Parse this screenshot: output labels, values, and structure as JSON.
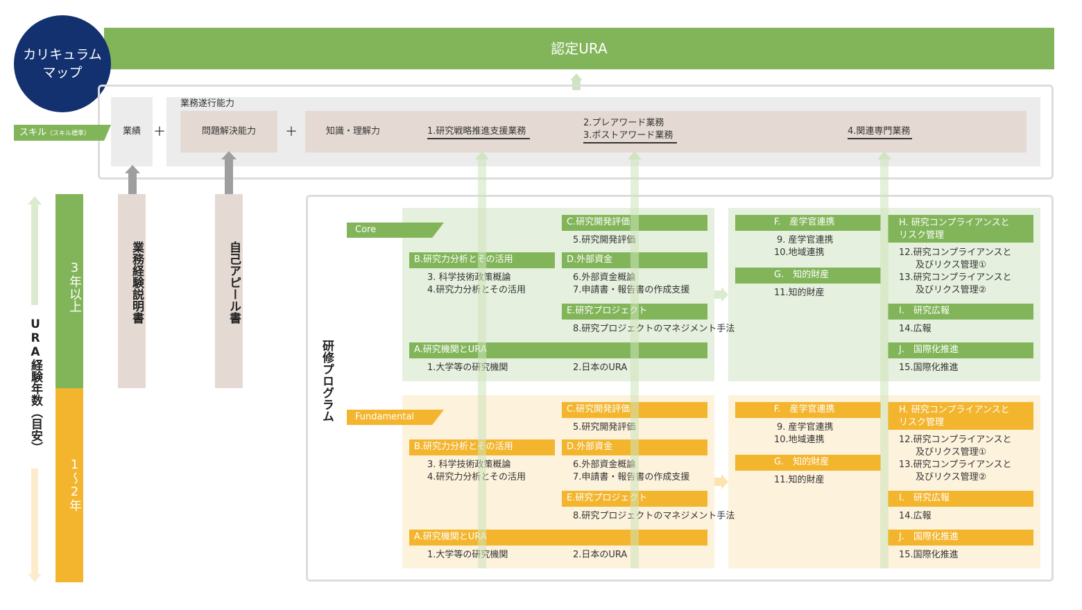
{
  "colors": {
    "green": "#82b55a",
    "orange": "#f3b52e",
    "navy": "#13316f",
    "beige": "#e5dad3",
    "core_bg": "#e6f0de",
    "fund_bg": "#fdf2dc"
  },
  "title": {
    "line1": "カリキュラム",
    "line2": "マップ"
  },
  "banner": "認定URA",
  "skill_tag": {
    "main": "スキル",
    "sub": "（スキル標準）"
  },
  "skills": {
    "achievement": "業績",
    "plus1": "＋",
    "ability_label": "業務遂行能力",
    "problem": "問題解決能力",
    "plus2": "＋",
    "knowledge": "知識・理解力",
    "work1": "1.研究戦略推進支援業務",
    "work2a": "2.プレアワード業務",
    "work2b": "3.ポストアワード業務",
    "work4": "4.関連専門業務"
  },
  "side": {
    "years_label": "URA経験年数（目安）",
    "three_plus": "3年以上",
    "one_two": "1〜2年",
    "doc1": "業務経験説明書",
    "doc2": "自己アピール書",
    "program": "研修プログラム"
  },
  "core": {
    "tag": "Core",
    "B": {
      "h": "B.研究力分析とその活用",
      "i1": "3. 科学技術政策概論",
      "i2": "4.研究力分析とその活用"
    },
    "C": {
      "h": "C.研究開発評価",
      "i1": "5.研究開発評価"
    },
    "D": {
      "h": "D.外部資金",
      "i1": "6.外部資金概論",
      "i2": "7.申請書・報告書の作成支援"
    },
    "E": {
      "h": "E.研究プロジェクト",
      "i1": "8.研究プロジェクトのマネジメント手法"
    },
    "A": {
      "h": "A.研究機関とURA",
      "i1": "1.大学等の研究機関",
      "i2": "2.日本のURA"
    },
    "F": {
      "h": "F.　産学官連携",
      "i1": "9.  産学官連携",
      "i2": "10.地域連携"
    },
    "G": {
      "h": "G.　知的財産",
      "i1": "11.知的財産"
    },
    "H": {
      "h1": "H.  研究コンプライアンスと",
      "h2": "リスク管理",
      "i1a": "12.研究コンプライアンスと",
      "i1b": "及びリクス管理①",
      "i2a": "13.研究コンプライアンスと",
      "i2b": "及びリクス管理②"
    },
    "I": {
      "h": "I.　研究広報",
      "i1": "14.広報"
    },
    "J": {
      "h": "J.　国際化推進",
      "i1": "15.国際化推進"
    }
  },
  "fund": {
    "tag": "Fundamental",
    "B": {
      "h": "B.研究力分析とその活用",
      "i1": "3. 科学技術政策概論",
      "i2": "4.研究力分析とその活用"
    },
    "C": {
      "h": "C.研究開発評価",
      "i1": "5.研究開発評価"
    },
    "D": {
      "h": "D.外部資金",
      "i1": "6.外部資金概論",
      "i2": "7.申請書・報告書の作成支援"
    },
    "E": {
      "h": "E.研究プロジェクト",
      "i1": "8.研究プロジェクトのマネジメント手法"
    },
    "A": {
      "h": "A.研究機関とURA",
      "i1": "1.大学等の研究機関",
      "i2": "2.日本のURA"
    },
    "F": {
      "h": "F.　産学官連携",
      "i1": "9.  産学官連携",
      "i2": "10.地域連携"
    },
    "G": {
      "h": "G.　知的財産",
      "i1": "11.知的財産"
    },
    "H": {
      "h1": "H.  研究コンプライアンスと",
      "h2": "リスク管理",
      "i1a": "12.研究コンプライアンスと",
      "i1b": "及びリクス管理①",
      "i2a": "13.研究コンプライアンスと",
      "i2b": "及びリクス管理②"
    },
    "I": {
      "h": "I.　研究広報",
      "i1": "14.広報"
    },
    "J": {
      "h": "J.　国際化推進",
      "i1": "15.国際化推進"
    }
  }
}
